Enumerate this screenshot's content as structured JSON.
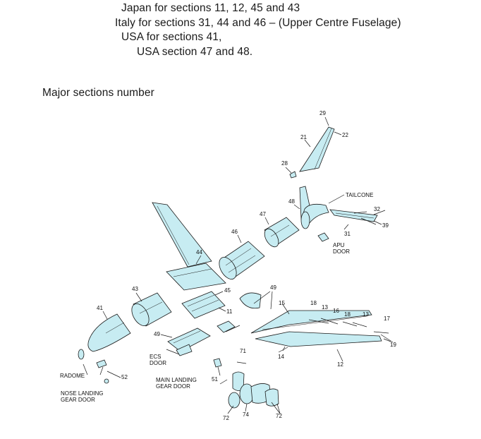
{
  "header_lines": [
    "Japan for sections 11, 12, 45 and 43",
    "Italy for sections 31, 44 and 46 – (Upper Centre Fuselage)",
    "USA for sections 41,",
    "USA section 47 and 48."
  ],
  "caption": "Major sections number",
  "diagram_labels": {
    "s29": "29",
    "s21": "21",
    "s22": "22",
    "s28": "28",
    "tailcone": "TAILCONE",
    "s48": "48",
    "s32": "32",
    "s39": "39",
    "s47": "47",
    "s31": "31",
    "apu1": "APU",
    "apu2": "DOOR",
    "s46": "46",
    "s44": "44",
    "s43": "43",
    "s45": "45",
    "s11": "11",
    "s41": "41",
    "s49a": "49",
    "s49b": "49",
    "s15": "15",
    "s18a": "18",
    "s13a": "13",
    "s16": "16",
    "s18b": "18",
    "s13b": "13",
    "s17": "17",
    "s19": "19",
    "s14": "14",
    "s12": "12",
    "s71": "71",
    "ecs1": "ECS",
    "ecs2": "DOOR",
    "radome": "RADOME",
    "s52": "52",
    "nlg1": "NOSE LANDING",
    "nlg2": "GEAR DOOR",
    "mlg1": "MAIN LANDING",
    "mlg2": "GEAR DOOR",
    "s51": "51",
    "s72a": "72",
    "s74": "74",
    "s72b": "72"
  }
}
